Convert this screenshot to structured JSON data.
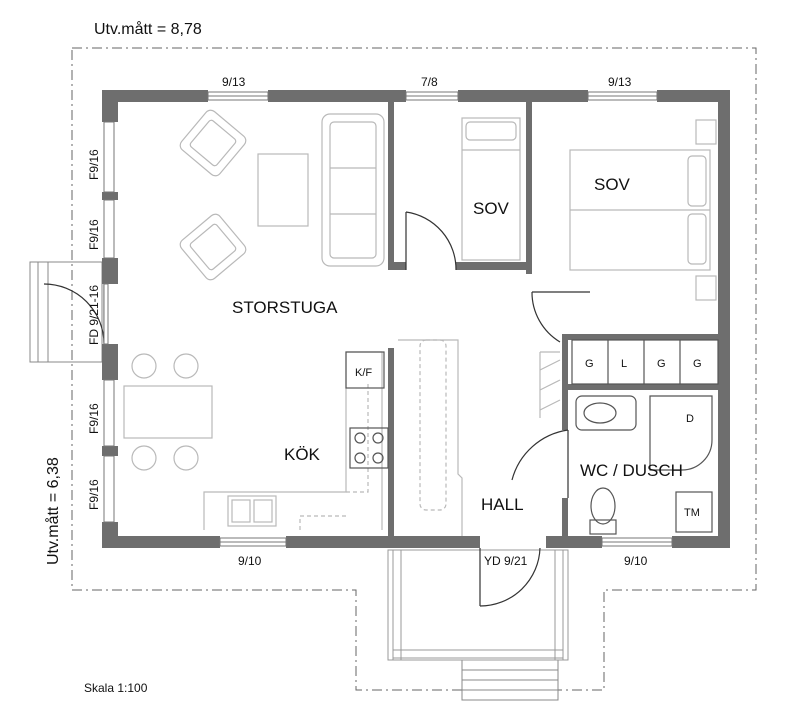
{
  "dimensions": {
    "width_label": "Utv.mått = 8,78",
    "height_label": "Utv.mått = 6,38"
  },
  "rooms": {
    "storstuga": "STORSTUGA",
    "sov_small": "SOV",
    "sov_large": "SOV",
    "kok": "KÖK",
    "hall": "HALL",
    "wc_dusch": "WC / DUSCH"
  },
  "windows": {
    "top_left": "9/13",
    "top_mid": "7/8",
    "top_right": "9/13",
    "bottom_left": "9/10",
    "bottom_right": "9/10",
    "left_1": "F9/16",
    "left_2": "F9/16",
    "left_3": "F9/16",
    "left_4": "F9/16"
  },
  "doors": {
    "front_door": "FD 9/21-16",
    "outer_door": "YD 9/21"
  },
  "fixtures": {
    "kf": "K/F",
    "wardrobes": [
      "G",
      "L",
      "G",
      "G"
    ],
    "dryer": "D",
    "tm": "TM"
  },
  "scale": "Skala 1:100"
}
